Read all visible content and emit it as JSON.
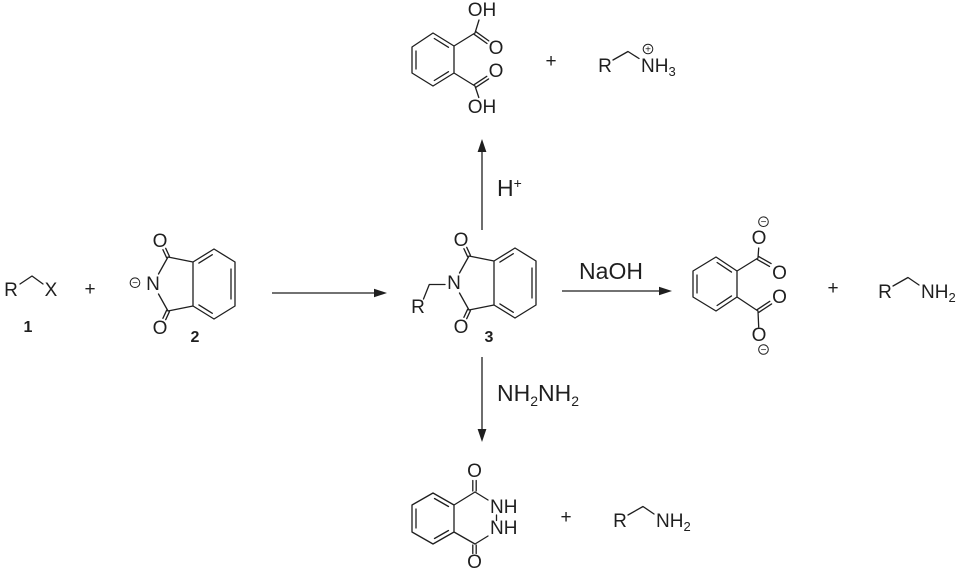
{
  "colors": {
    "ink": "#1f1f1f",
    "background": "#ffffff"
  },
  "compounds": {
    "alkyl_halide": {
      "r": "R",
      "x": "X",
      "number": "1"
    },
    "phthalimide_anion": {
      "n": "N",
      "o_top": "O",
      "o_bottom": "O",
      "charge": "−",
      "number": "2"
    },
    "n_alkyl_phthalimide": {
      "r": "R",
      "n": "N",
      "o_top": "O",
      "o_bottom": "O",
      "number": "3"
    },
    "phthalic_acid": {
      "oh_top": "OH",
      "o_top": "O",
      "o_bottom": "O",
      "oh_bottom": "OH"
    },
    "alkyl_ammonium": {
      "r": "R",
      "base": "NH",
      "sub": "3",
      "charge": "+"
    },
    "phthalate_dianion": {
      "o_top": "O",
      "o_top_right": "O",
      "o_bottom_right": "O",
      "o_bottom": "O",
      "charge_top": "−",
      "charge_bottom": "−"
    },
    "alkyl_amine_right": {
      "r": "R",
      "base": "NH",
      "sub": "2"
    },
    "phthalhydrazide": {
      "o_top": "O",
      "nh_top": "NH",
      "nh_bottom": "NH",
      "o_bottom": "O"
    },
    "alkyl_amine_bottom": {
      "r": "R",
      "base": "NH",
      "sub": "2"
    }
  },
  "operators": {
    "plus_left": "+",
    "plus_top": "+",
    "plus_right": "+",
    "plus_bottom": "+"
  },
  "reagents": {
    "acid": {
      "base": "H",
      "sup": "+"
    },
    "naoh": "NaOH",
    "hydrazine": {
      "p1": "NH",
      "p2": "2",
      "p3": "NH",
      "p4": "2"
    }
  }
}
